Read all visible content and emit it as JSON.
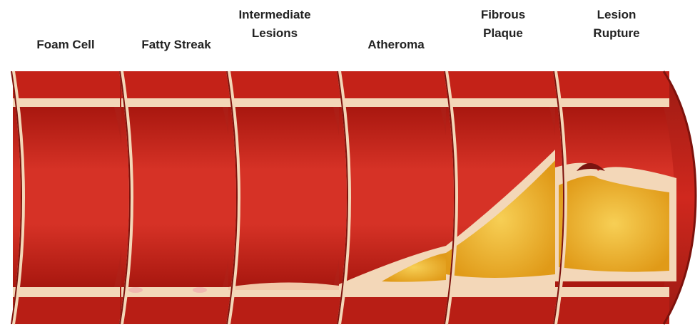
{
  "stages": [
    {
      "id": "foam-cell",
      "label_lines": [
        "Foam Cell"
      ]
    },
    {
      "id": "fatty-streak",
      "label_lines": [
        "Fatty Streak"
      ]
    },
    {
      "id": "intermediate-lesions",
      "label_lines": [
        "Intermediate",
        "Lesions"
      ]
    },
    {
      "id": "atheroma",
      "label_lines": [
        "Atheroma"
      ]
    },
    {
      "id": "fibrous-plaque",
      "label_lines": [
        "Fibrous",
        "Plaque"
      ]
    },
    {
      "id": "lesion-rupture",
      "label_lines": [
        "Lesion",
        "Rupture"
      ]
    }
  ],
  "colors": {
    "vessel_wall": "#c8231c",
    "vessel_wall_dark": "#8e140f",
    "lumen": "#d63226",
    "lumen_shadow": "#a8170f",
    "intima": "#f3d7b8",
    "plaque": "#e9a820",
    "plaque_light": "#f7cf55",
    "rupture": "#7a1410"
  }
}
